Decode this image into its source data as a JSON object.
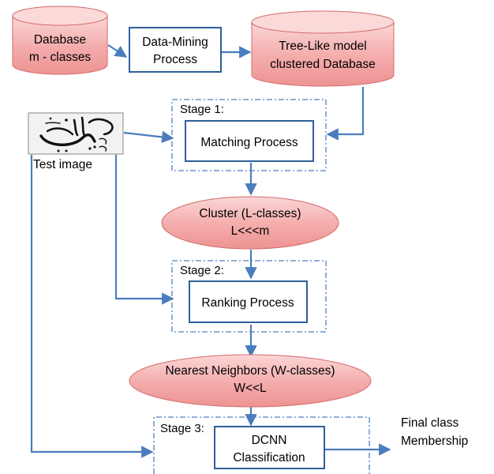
{
  "colors": {
    "node_fill": "#f4a9a9",
    "node_fill_light": "#fbd9d9",
    "node_stroke": "#d46a6a",
    "box_stroke": "#2e5f9a",
    "stage_border": "#4f7fbf",
    "arrow": "#4a7dbd"
  },
  "nodes": {
    "database": {
      "line1": "Database",
      "line2": "m - classes"
    },
    "data_mining": {
      "line1": "Data-Mining",
      "line2": "Process"
    },
    "tree_db": {
      "line1": "Tree-Like model",
      "line2": "clustered Database"
    },
    "matching": {
      "label": "Matching Process"
    },
    "cluster": {
      "line1": "Cluster (L-classes)",
      "line2": "L<<<m"
    },
    "ranking": {
      "label": "Ranking Process"
    },
    "nearest": {
      "line1": "Nearest Neighbors (W-classes)",
      "line2": "W<<L"
    },
    "dcnn": {
      "line1": "DCNN",
      "line2": "Classification"
    }
  },
  "stages": {
    "stage1": "Stage 1:",
    "stage2": "Stage 2:",
    "stage3": "Stage 3:"
  },
  "test_image": {
    "label": "Test image",
    "icon": "arabic-handwriting-image"
  },
  "output": {
    "line1": "Final class",
    "line2": "Membership"
  }
}
